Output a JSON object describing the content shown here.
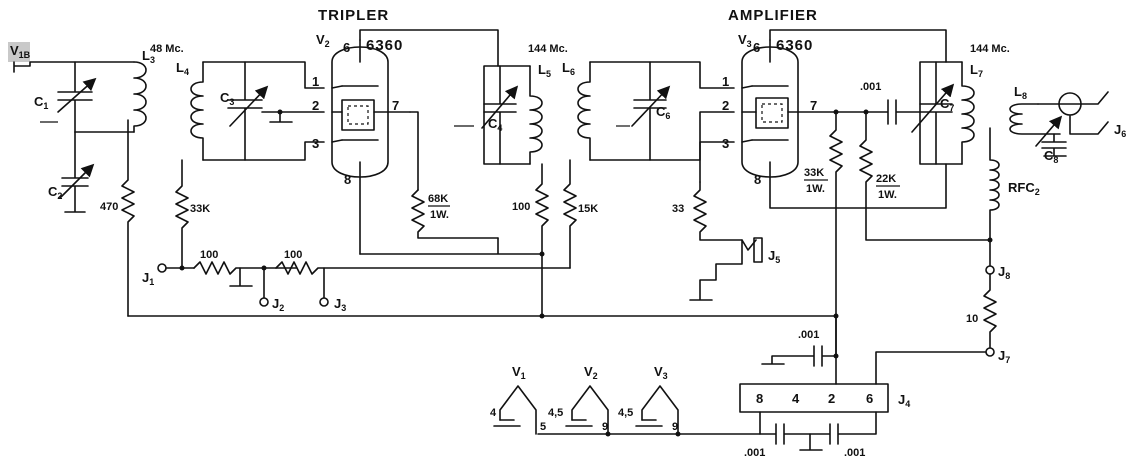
{
  "stages": {
    "tripler": "TRIPLER",
    "amplifier": "AMPLIFIER"
  },
  "tubes": {
    "v2": {
      "name": "V",
      "sub": "2",
      "type": "6360",
      "pins": [
        "6",
        "1",
        "2",
        "3",
        "7",
        "8"
      ]
    },
    "v3": {
      "name": "V",
      "sub": "3",
      "type": "6360",
      "pins": [
        "6",
        "1",
        "2",
        "3",
        "7",
        "8"
      ]
    }
  },
  "frequencies": {
    "f48": "48 Mc.",
    "f144a": "144 Mc.",
    "f144b": "144 Mc."
  },
  "inductors": [
    {
      "name": "L",
      "sub": "3"
    },
    {
      "name": "L",
      "sub": "4"
    },
    {
      "name": "L",
      "sub": "5"
    },
    {
      "name": "L",
      "sub": "6"
    },
    {
      "name": "L",
      "sub": "7"
    },
    {
      "name": "L",
      "sub": "8"
    }
  ],
  "capacitors": [
    {
      "name": "C",
      "sub": "1"
    },
    {
      "name": "C",
      "sub": "2"
    },
    {
      "name": "C",
      "sub": "3"
    },
    {
      "name": "C",
      "sub": "4"
    },
    {
      "name": "C",
      "sub": "6"
    },
    {
      "name": "C",
      "sub": "7"
    },
    {
      "name": "C",
      "sub": "8"
    }
  ],
  "resistors": {
    "r470": "470",
    "r33k_a": "33K",
    "r68k": "68K",
    "r68k_w": "1W.",
    "r100_a": "100",
    "r15k": "15K",
    "r33": "33",
    "r33k_b": "33K",
    "r33k_b_w": "1W.",
    "r22k": "22K",
    "r22k_w": "1W.",
    "r100_b": "100",
    "r100_c": "100",
    "r10": "10"
  },
  "cap_values": {
    "c001_a": ".001",
    "c001_b": ".001",
    "c001_c": ".001",
    "c001_d": ".001"
  },
  "jacks": {
    "j1": {
      "name": "J",
      "sub": "1"
    },
    "j2": {
      "name": "J",
      "sub": "2"
    },
    "j3": {
      "name": "J",
      "sub": "3"
    },
    "j4": {
      "name": "J",
      "sub": "4"
    },
    "j5": {
      "name": "J",
      "sub": "5"
    },
    "j6": {
      "name": "J",
      "sub": "6"
    },
    "j7": {
      "name": "J",
      "sub": "7"
    },
    "j8": {
      "name": "J",
      "sub": "8"
    }
  },
  "rfc": {
    "name": "RFC",
    "sub": "2"
  },
  "supply": {
    "name": "V",
    "sub": "1B"
  },
  "connector_pins": [
    "8",
    "4",
    "2",
    "6"
  ],
  "heaters": {
    "v1": {
      "name": "V",
      "sub": "1",
      "left": "4",
      "right": "5"
    },
    "v2": {
      "name": "V",
      "sub": "2",
      "left": "4,5",
      "right": "9"
    },
    "v3": {
      "name": "V",
      "sub": "3",
      "left": "4,5",
      "right": "9"
    }
  }
}
